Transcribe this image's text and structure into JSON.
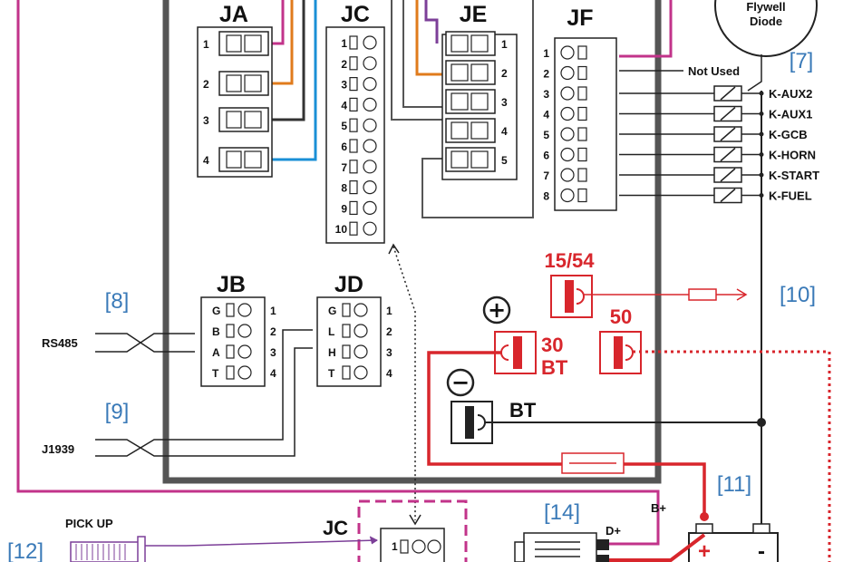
{
  "connectors": {
    "ja": {
      "name": "JA",
      "pins": [
        "1",
        "2",
        "3",
        "4"
      ]
    },
    "jc": {
      "name": "JC",
      "pins": [
        "1",
        "2",
        "3",
        "4",
        "5",
        "6",
        "7",
        "8",
        "9",
        "10"
      ]
    },
    "je": {
      "name": "JE",
      "pins": [
        "1",
        "2",
        "3",
        "4",
        "5"
      ]
    },
    "jf": {
      "name": "JF",
      "pins": [
        "1",
        "2",
        "3",
        "4",
        "5",
        "6",
        "7",
        "8"
      ]
    },
    "jb": {
      "name": "JB",
      "pins": [
        "G",
        "B",
        "A",
        "T"
      ],
      "numbers": [
        "1",
        "2",
        "3",
        "4"
      ]
    },
    "jd": {
      "name": "JD",
      "pins": [
        "G",
        "L",
        "H",
        "T"
      ],
      "numbers": [
        "1",
        "2",
        "3",
        "4"
      ]
    },
    "jc_bottom": {
      "name": "JC",
      "pins": [
        "1"
      ]
    }
  },
  "flywell_diode": {
    "line1": "Flywell",
    "line2": "Diode"
  },
  "not_used": "Not Used",
  "relays": [
    "K-AUX2",
    "K-AUX1",
    "K-GCB",
    "K-HORN",
    "K-START",
    "K-FUEL"
  ],
  "refs": {
    "r7": "[7]",
    "r8": "[8]",
    "r9": "[9]",
    "r10": "[10]",
    "r11": "[11]",
    "r12": "[12]",
    "r14": "[14]"
  },
  "terminals": {
    "t1554": "15/54",
    "t50": "50",
    "t30": "30",
    "bt_red": "BT",
    "bt": "BT"
  },
  "signals": {
    "rs485": "RS485",
    "j1939": "J1939",
    "pickup": "PICK UP",
    "bplus": "B+",
    "dplus": "D+"
  },
  "battery": {
    "plus": "+",
    "minus": "-"
  },
  "symbols": {
    "plus": "+",
    "minus": "−"
  },
  "colors": {
    "red": "#d8262c",
    "magenta": "#c2338a",
    "orange": "#e07b1c",
    "blue": "#1a8fd6",
    "purple": "#7c3f98",
    "ref_blue": "#3a7ab8",
    "frame": "#555555"
  }
}
